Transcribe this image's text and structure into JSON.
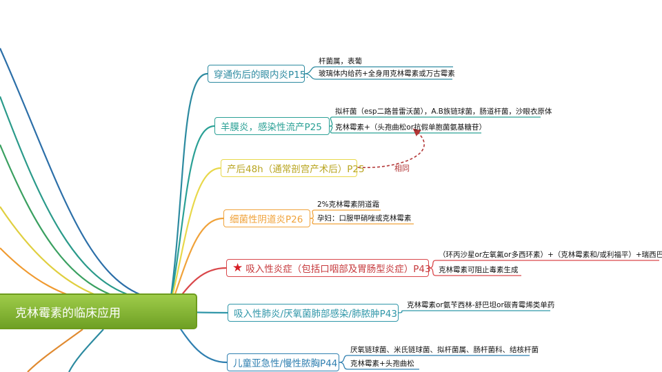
{
  "root": {
    "label": "克林霉素的临床应用"
  },
  "branches": [
    {
      "label": "穿通伤后的眼内炎P15.",
      "color": "#2c8aa0",
      "subs": [
        "杆菌属，表葡",
        "玻璃体内给药+全身用克林霉素或万古霉素"
      ]
    },
    {
      "label": "羊膜炎，感染性流产P25",
      "color": "#2aa095",
      "subs": [
        "拟杆菌（esp二路普雷沃菌），A.B族链球菌，肠道杆菌，沙眼衣原体",
        "克林霉素+（头孢曲松or抗假单胞菌氨基糖苷）"
      ]
    },
    {
      "label": "产后48h（通常剖宫产术后）P25",
      "color": "#e8d84a",
      "subs": []
    },
    {
      "label": "细菌性阴道炎P26",
      "color": "#f0a23a",
      "subs": [
        "2%克林霉素阴道霜",
        "孕妇：口服甲硝唑或克林霉素"
      ]
    },
    {
      "label": "吸入性炎症（包括口咽部及胃肠型炎症）P43",
      "color": "#d9474a",
      "icon": "star-icon",
      "subs": [
        "（环丙沙星or左氧氟or多西环素）+（克林霉素和/或利福平）+瑞西巴库",
        "克林霉素可阻止毒素生成"
      ]
    },
    {
      "label": "吸入性肺炎/厌氧菌肺部感染/肺脓肿P43",
      "color": "#2f96a8",
      "subs": [
        "克林霉素or氨苄西林-舒巴坦or碳青霉烯类单药"
      ]
    },
    {
      "label": "儿童亚急性/慢性脓胸P44",
      "color": "#2f7fb0",
      "subs": [
        "厌氧链球菌、米氏链球菌、拟杆菌属、肠杆菌科、结核杆菌",
        "克林霉素+头孢曲松"
      ]
    }
  ],
  "relation": {
    "label": "相同"
  }
}
